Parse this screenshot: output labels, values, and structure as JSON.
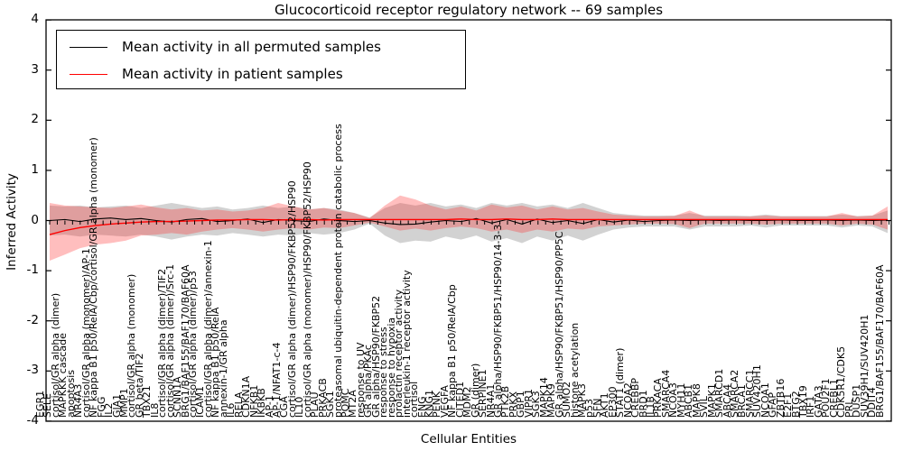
{
  "title": "Glucocorticoid receptor regulatory network -- 69 samples",
  "legend": {
    "items": [
      {
        "label": "Mean activity in all permuted samples",
        "color": "#000000"
      },
      {
        "label": "Mean activity in patient samples",
        "color": "#ff0000"
      }
    ]
  },
  "axes": {
    "ylabel": "Inferred Activity",
    "xlabel": "Cellular Entities",
    "yticks": [
      "4",
      "3",
      "2",
      "1",
      "0",
      "-1",
      "-2",
      "-3",
      "-4"
    ],
    "ylim": [
      -4,
      4
    ]
  },
  "chart_data": {
    "type": "line",
    "title": "Glucocorticoid receptor regulatory network -- 69 samples",
    "xlabel": "Cellular Entities",
    "ylabel": "Inferred Activity",
    "ylim": [
      -4,
      4
    ],
    "grid": false,
    "legend_position": "upper left",
    "entities": [
      "EGR1",
      "SELE",
      "cortisol/GR alpha (dimer)",
      "MAPKKK cascade",
      "apoptosis",
      "NR4A3",
      "cortisol/GR alpha (monomer)/AP-1",
      "NF kappa B1 p50/RelA/Cbp/cortisol/GR alpha (monomer)",
      "FGG",
      "IL2",
      "GJA1",
      "MMP1",
      "cortisol/GR alpha (monomer)",
      "GR beta/TIF2",
      "TBX21",
      "IL8",
      "cortisol/GR alpha (dimer)/TIF2",
      "cortisol/GR alpha (dimer)/Src-1",
      "SCNN1A",
      "BRG1/BAF155/BAF170/BAF60A",
      "cortisol/GR alpha (dimer)/p53",
      "ICAM1",
      "cortisol/GR alpha (dimer)/annexin-1",
      "NF kappa B1 p50/RelA",
      "annexin-1/GR alpha",
      "IL6",
      "RELA",
      "CDKN1A",
      "NFKB1",
      "IKBKB",
      "AP-1",
      "AP-1/NFAT1-c-4",
      "CGA",
      "cortisol/GR alpha (dimer)/HSP90/FKBP52/HSP90",
      "IL10",
      "cortisol/GR alpha (monomer)/HSP90/FKBP52/HSP90",
      "PLAU",
      "PRKACB",
      "SGK1",
      "proteasomal ubiquitin-dependent protein catabolic process",
      "POMC",
      "MT2A",
      "response to UV",
      "GR alpha/PKAc",
      "GR alpha/HSP90/FKBP52",
      "response to stress",
      "response to hypoxia",
      "prolactin receptor activity",
      "interleukin-1 receptor activity",
      "cortisol",
      "ENG",
      "KNG1",
      "PENK",
      "VEGFA",
      "NF kappa B1 p50/RelA/Cbp",
      "CITED1",
      "MDM2",
      "GR (dimer)",
      "SERPINE1",
      "NR4A1",
      "GR alpha/HSP90/FKBP51/HSP90/14-3-3",
      "PTK2B",
      "PRKX",
      "GBP1",
      "VIPR1",
      "SGK3",
      "MAPK14",
      "MAPK9",
      "GR alpha/HSP90/FKBP51/HSP90/PP5C",
      "SUMO2",
      "histone acetylation",
      "MAPK3",
      "p53",
      "SFN",
      "AKT1",
      "EP300",
      "STAT1 (dimer)",
      "NCOA2",
      "CREBBP",
      "BRD1",
      "IL1B",
      "PRKACA",
      "SMARCA4",
      "NCOA3",
      "MYH11",
      "ABCB1",
      "MAPK8",
      "SVIL",
      "MAPK1",
      "SMARCD1",
      "ABCA4",
      "SMARCA2",
      "BRCA1",
      "SMARCC1",
      "SUV420H1",
      "NCOA1",
      "GFAP",
      "ZBTB16",
      "E2F1",
      "BTG2",
      "TBX19",
      "IRF1",
      "GATA3",
      "POU2F1",
      "CREBL1",
      "CDK5R1/CDK5",
      "PRL",
      "DUSP1",
      "SUV39H1/SUV420H1",
      "DDIT4",
      "BRG1/BAF155/BAF170/BAF60A"
    ],
    "series": [
      {
        "name": "Mean activity in all permuted samples",
        "color": "#000000",
        "values": [
          0,
          0.02,
          -0.02,
          0.03,
          0.05,
          0.02,
          0.04,
          0,
          -0.03,
          0.02,
          0.04,
          -0.02,
          0,
          0.03,
          -0.04,
          0.02,
          0,
          -0.02,
          0.03,
          0,
          -0.02,
          0,
          -0.05,
          -0.08,
          -0.07,
          -0.03,
          0,
          -0.02,
          0.04,
          -0.05,
          0.02,
          -0.07,
          0.03,
          -0.04,
          0,
          -0.06,
          0.02,
          -0.03,
          0.01,
          -0.02,
          0,
          0.01,
          0,
          0.01,
          0,
          0.01,
          0,
          0,
          0.01,
          0,
          0,
          0.01,
          0,
          0.01,
          0,
          0.01
        ]
      },
      {
        "name": "Mean activity in patient samples",
        "color": "#ff0000",
        "values": [
          -0.28,
          -0.2,
          -0.14,
          -0.1,
          -0.07,
          -0.05,
          -0.03,
          -0.02,
          -0.02,
          -0.01,
          0,
          0.01,
          0.01,
          0.02,
          0.02,
          0.01,
          0.02,
          0.02,
          0.01,
          0.02,
          0.02,
          0.02,
          0.02,
          0.02,
          0.02,
          0.02,
          0.02,
          0.03,
          0.02,
          0.02,
          0.03,
          0.02,
          0.02,
          0.03,
          0.02,
          0.02,
          0.02,
          0.02,
          0.02,
          0.02,
          0.02,
          0.02,
          0.02,
          0.02,
          0.02,
          0.02,
          0.02,
          0.02,
          0.02,
          0.02,
          0.02,
          0.02,
          0.02,
          0.02,
          0.02,
          0.02
        ]
      }
    ],
    "bands": [
      {
        "name": "permuted-std-band",
        "color": "rgba(125,125,125,0.35)",
        "upper": [
          0.3,
          0.28,
          0.3,
          0.26,
          0.28,
          0.3,
          0.25,
          0.3,
          0.35,
          0.3,
          0.25,
          0.28,
          0.22,
          0.25,
          0.3,
          0.25,
          0.28,
          0.22,
          0.25,
          0.22,
          0.15,
          0.06,
          0.25,
          0.35,
          0.3,
          0.35,
          0.28,
          0.32,
          0.25,
          0.35,
          0.3,
          0.35,
          0.28,
          0.32,
          0.25,
          0.35,
          0.25,
          0.15,
          0.12,
          0.1,
          0.1,
          0.1,
          0.15,
          0.1,
          0.1,
          0.1,
          0.09,
          0.12,
          0.09,
          0.09,
          0.09,
          0.09,
          0.12,
          0.09,
          0.1,
          0.2
        ],
        "lower": [
          -0.3,
          -0.28,
          -0.32,
          -0.28,
          -0.3,
          -0.32,
          -0.28,
          -0.32,
          -0.38,
          -0.32,
          -0.28,
          -0.3,
          -0.25,
          -0.28,
          -0.32,
          -0.28,
          -0.3,
          -0.25,
          -0.28,
          -0.25,
          -0.18,
          -0.06,
          -0.3,
          -0.45,
          -0.4,
          -0.42,
          -0.32,
          -0.38,
          -0.3,
          -0.42,
          -0.35,
          -0.45,
          -0.32,
          -0.4,
          -0.3,
          -0.4,
          -0.28,
          -0.18,
          -0.14,
          -0.12,
          -0.12,
          -0.12,
          -0.18,
          -0.12,
          -0.12,
          -0.12,
          -0.1,
          -0.14,
          -0.1,
          -0.1,
          -0.1,
          -0.1,
          -0.14,
          -0.1,
          -0.12,
          -0.25
        ]
      },
      {
        "name": "patient-std-band",
        "color": "rgba(255,40,40,0.3)",
        "upper": [
          0.35,
          0.3,
          0.28,
          0.26,
          0.25,
          0.28,
          0.32,
          0.26,
          0.22,
          0.25,
          0.2,
          0.22,
          0.18,
          0.2,
          0.25,
          0.35,
          0.28,
          0.22,
          0.25,
          0.2,
          0.15,
          0.05,
          0.3,
          0.5,
          0.42,
          0.3,
          0.22,
          0.28,
          0.2,
          0.32,
          0.26,
          0.3,
          0.22,
          0.28,
          0.22,
          0.25,
          0.18,
          0.12,
          0.1,
          0.08,
          0.08,
          0.09,
          0.2,
          0.08,
          0.08,
          0.08,
          0.08,
          0.1,
          0.08,
          0.08,
          0.08,
          0.08,
          0.15,
          0.08,
          0.1,
          0.28
        ],
        "lower": [
          -0.8,
          -0.68,
          -0.55,
          -0.48,
          -0.45,
          -0.4,
          -0.3,
          -0.28,
          -0.25,
          -0.28,
          -0.22,
          -0.18,
          -0.15,
          -0.18,
          -0.22,
          -0.18,
          -0.15,
          -0.18,
          -0.14,
          -0.15,
          -0.1,
          -0.04,
          -0.12,
          -0.2,
          -0.16,
          -0.2,
          -0.15,
          -0.12,
          -0.15,
          -0.22,
          -0.18,
          -0.25,
          -0.18,
          -0.22,
          -0.16,
          -0.18,
          -0.12,
          -0.1,
          -0.08,
          -0.06,
          -0.06,
          -0.07,
          -0.15,
          -0.06,
          -0.06,
          -0.06,
          -0.06,
          -0.08,
          -0.06,
          -0.06,
          -0.06,
          -0.06,
          -0.1,
          -0.06,
          -0.08,
          -0.18
        ]
      }
    ]
  }
}
